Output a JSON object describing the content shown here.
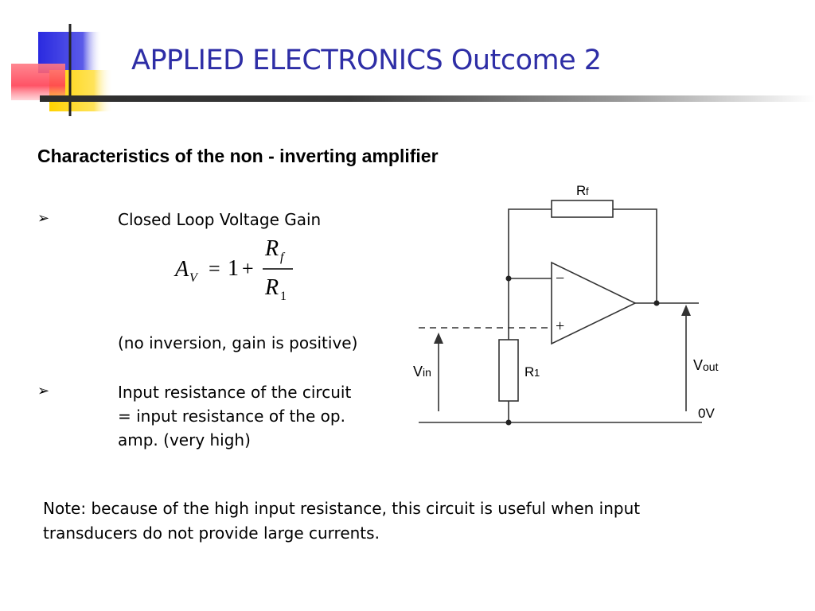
{
  "slide": {
    "title": "APPLIED ELECTRONICS Outcome 2",
    "heading": "Characteristics of the non - inverting amplifier",
    "bullet_symbol": "➢",
    "bullets": [
      {
        "lines": [
          "Closed Loop Voltage Gain"
        ]
      },
      {
        "lines": [
          "(no inversion, gain is positive)"
        ]
      },
      {
        "lines": [
          "Input resistance of the circuit",
          "= input resistance of the op.",
          "amp. (very high)"
        ]
      }
    ],
    "note_lines": [
      "Note: because of the high input resistance, this circuit is useful when input",
      "transducers do not provide large currents."
    ]
  },
  "formula": {
    "lhs_main": "A",
    "lhs_sub": "V",
    "equals": "=",
    "one": "1",
    "plus": "+",
    "numerator_main": "R",
    "numerator_sub": "f",
    "denominator_main": "R",
    "denominator_sub": "1"
  },
  "circuit": {
    "rf_main": "R",
    "rf_sub": "f",
    "r1_main": "R",
    "r1_sub": "1",
    "vin_main": "V",
    "vin_sub": "in",
    "vout_main": "V",
    "vout_sub": "out",
    "ground": "0V",
    "minus_symbol": "−",
    "plus_symbol": "+"
  },
  "colors": {
    "title": "#2e2ea6",
    "deco_blue": "#3333dd",
    "deco_yellow": "#ffdd33",
    "deco_red": "#ff5566",
    "line": "#333333"
  }
}
